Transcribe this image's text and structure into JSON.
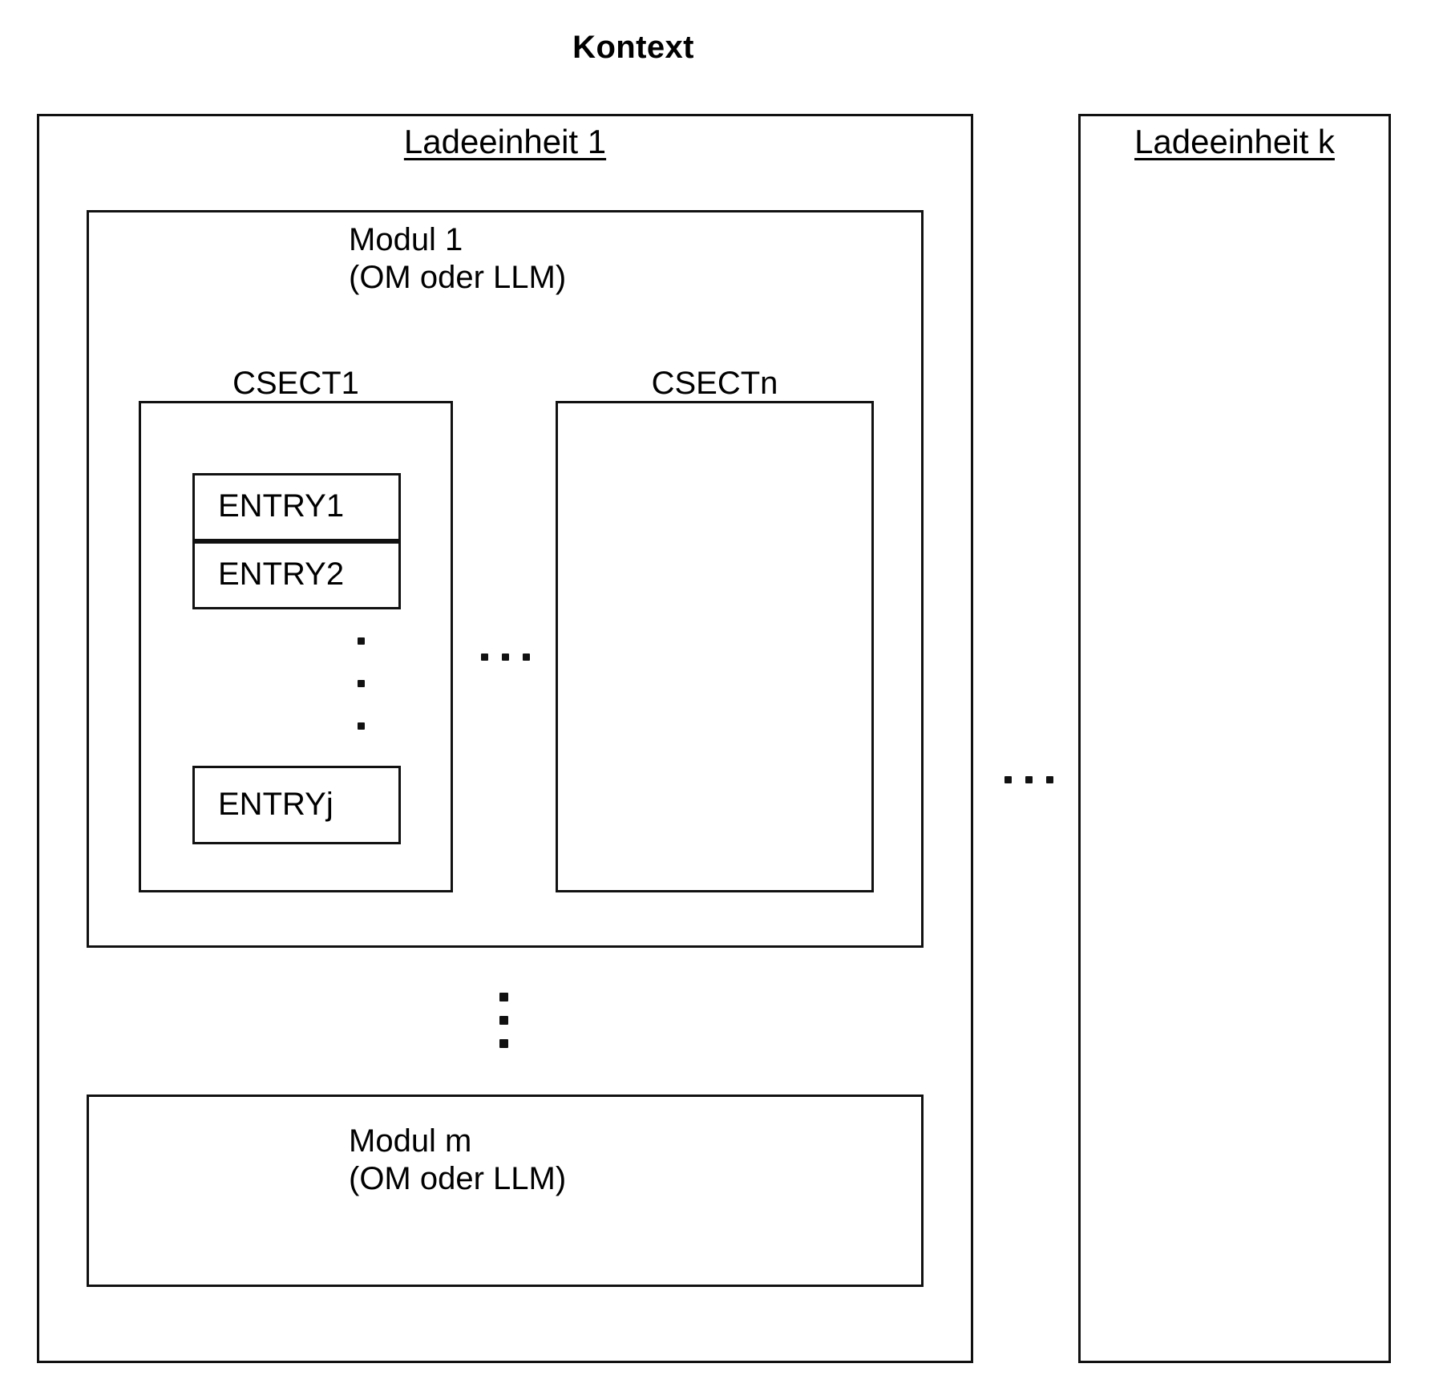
{
  "diagram": {
    "title": "Kontext",
    "load_units": [
      {
        "heading": "Ladeeinheit 1",
        "modules": [
          {
            "name": "Modul 1",
            "kind": "(OM oder LLM)",
            "csects": [
              {
                "name": "CSECT1",
                "entries": [
                  "ENTRY1",
                  "ENTRY2",
                  "ENTRYj"
                ],
                "entry_ellipsis": "vertical"
              },
              {
                "name": "CSECTn",
                "entries": [],
                "entry_ellipsis": ""
              }
            ],
            "csect_ellipsis": "horizontal"
          },
          {
            "name": "Modul m",
            "kind": "(OM oder LLM)",
            "csects": [],
            "csect_ellipsis": ""
          }
        ],
        "module_ellipsis": "vertical"
      },
      {
        "heading": "Ladeeinheit k",
        "modules": [],
        "module_ellipsis": ""
      }
    ],
    "unit_ellipsis": "horizontal",
    "colors": {
      "stroke": "#111111",
      "text": "#000000",
      "background": "#ffffff"
    }
  }
}
